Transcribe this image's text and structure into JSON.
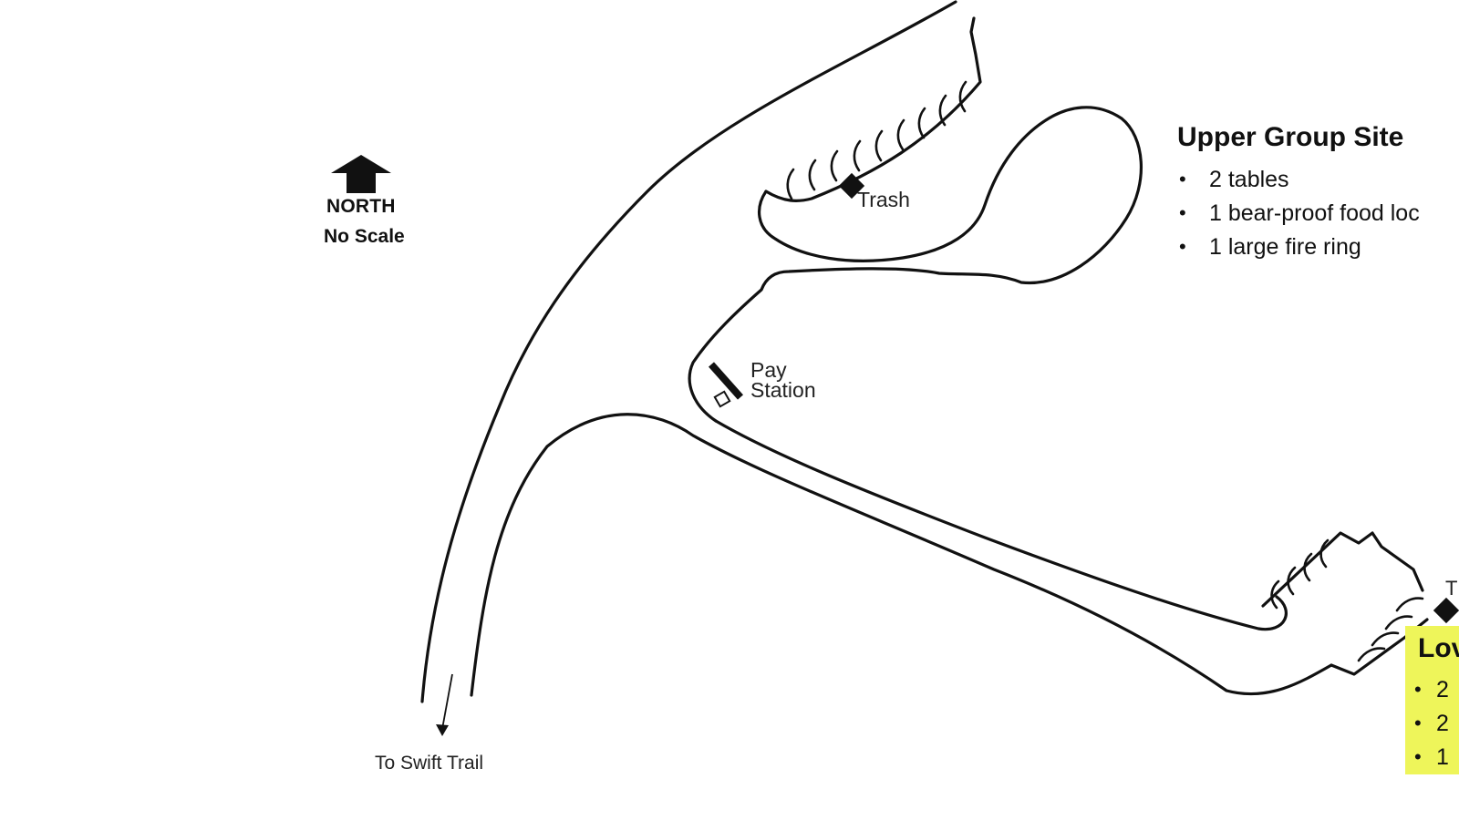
{
  "compass": {
    "direction_label": "NORTH",
    "scale_label": "No Scale",
    "icon": "up-arrow-icon"
  },
  "map_labels": {
    "trash": "Trash",
    "pay_station_line1": "Pay",
    "pay_station_line2": "Station",
    "exit_road": "To Swift Trail",
    "lower_trash_partial": "T"
  },
  "upper_group_site": {
    "title": "Upper Group Site",
    "amenities": [
      "2 tables",
      "1 bear-proof food loc",
      "1 large fire ring"
    ]
  },
  "lower_group_site": {
    "title_partial": "Lov",
    "highlight_color": "#eef55a",
    "amenities_partial": [
      "2",
      "2",
      "1"
    ]
  },
  "bullet_symbol": "•",
  "colors": {
    "ink": "#111111",
    "background": "#ffffff",
    "highlight": "#eef55a"
  }
}
